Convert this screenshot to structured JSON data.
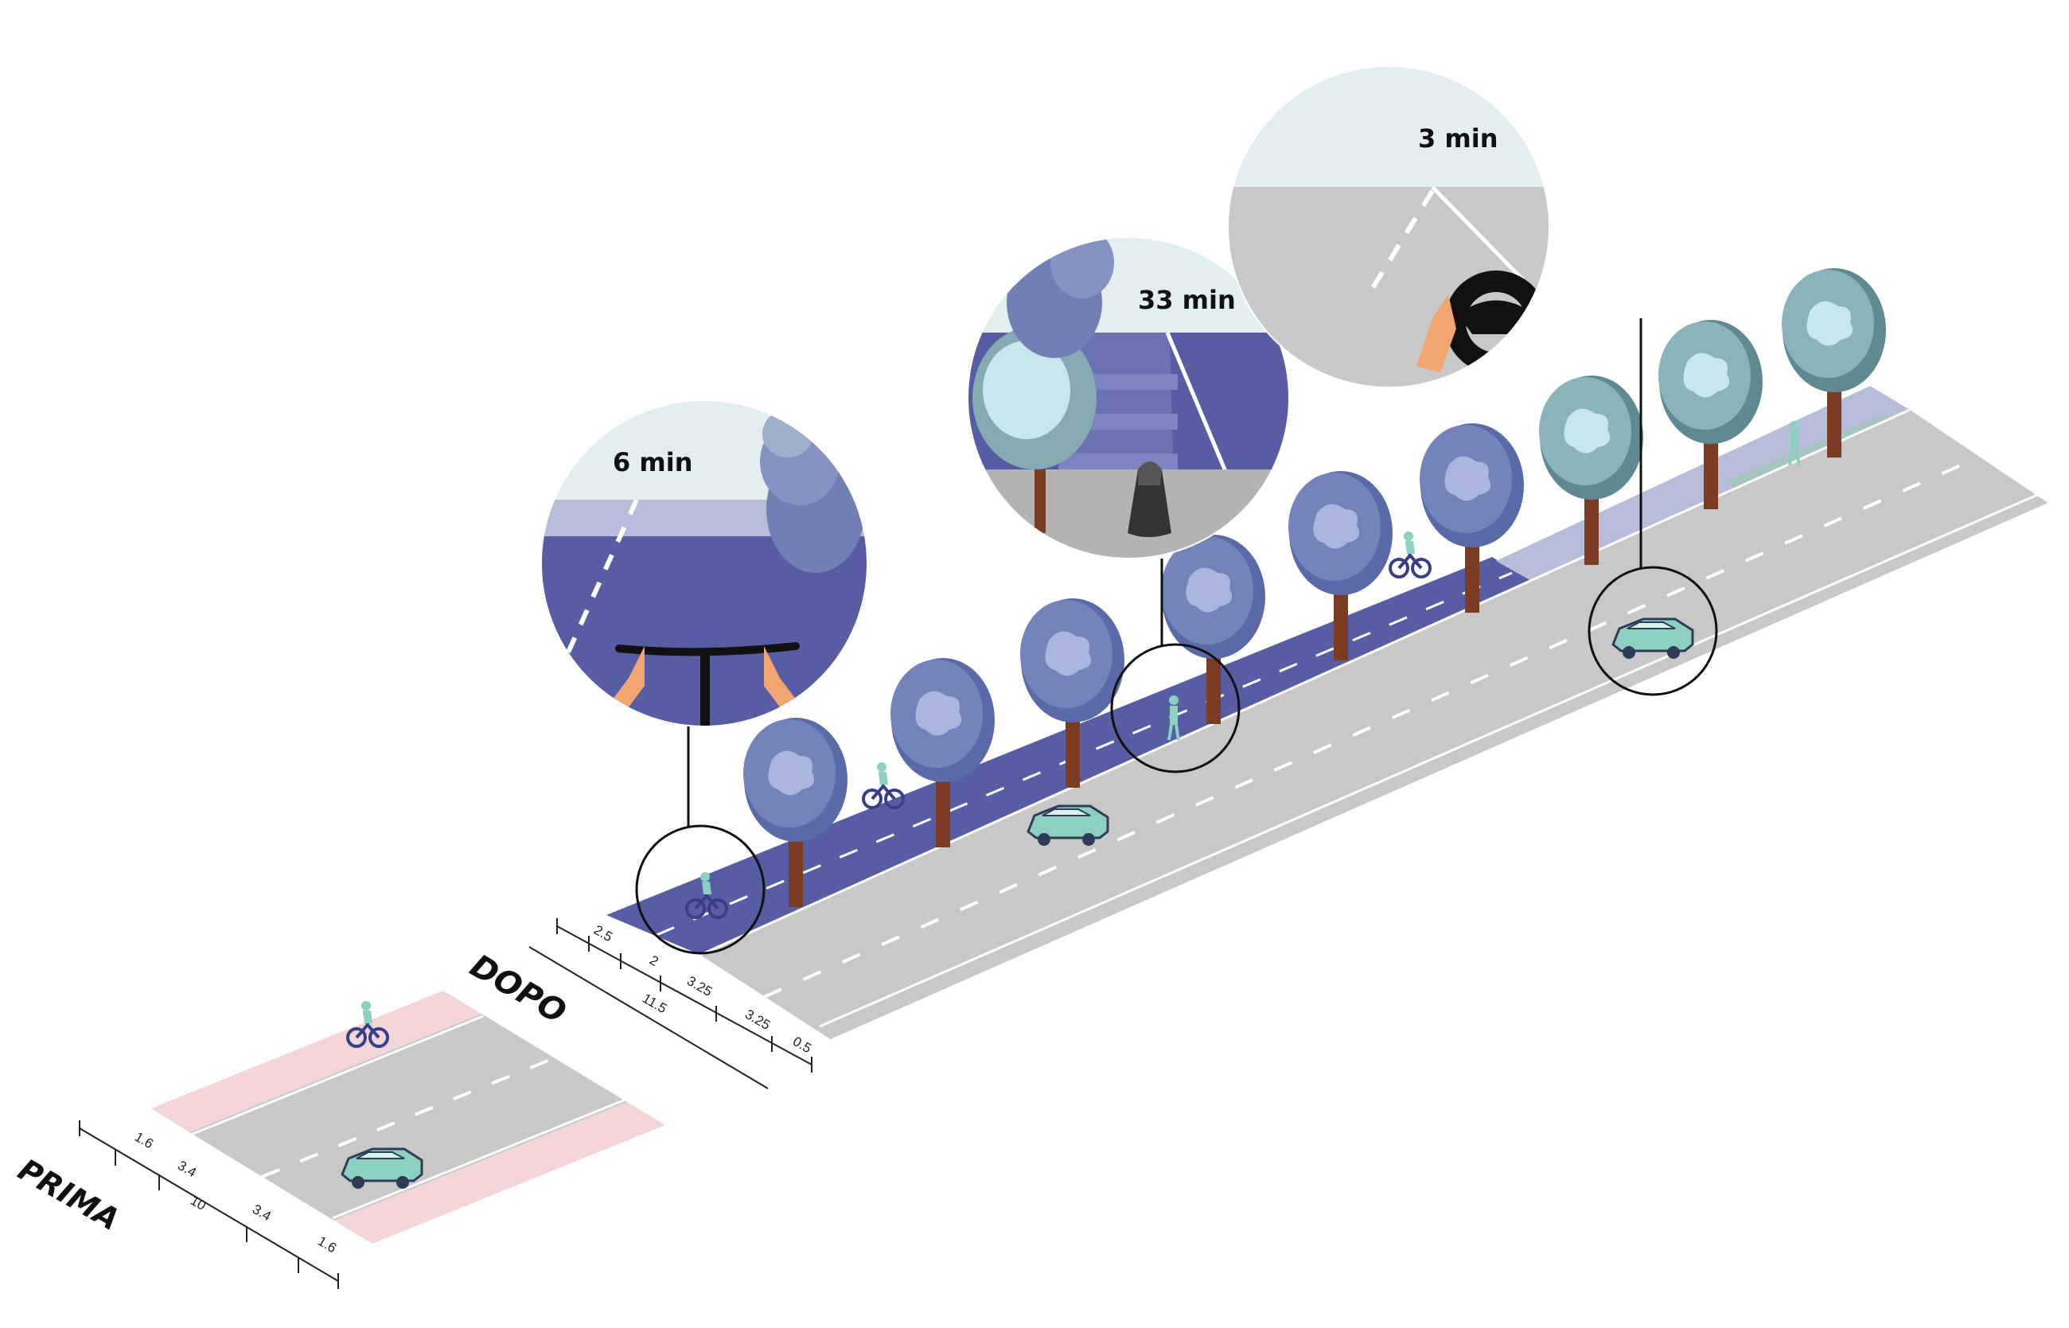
{
  "labels": {
    "before": "PRIMA",
    "after": "DOPO"
  },
  "before_dimensions": [
    "1.6",
    "3.4",
    "10",
    "3.4",
    "1.6"
  ],
  "after_dimensions": [
    "2.5",
    "2",
    "11.5",
    "3.25",
    "3.25",
    "0.5"
  ],
  "bubbles": {
    "bike": {
      "time": "6 min"
    },
    "walk": {
      "time": "33 min"
    },
    "car": {
      "time": "3 min"
    }
  },
  "colors": {
    "road": "#c8c8c8",
    "bike_lane": "#565da3",
    "bike_lane_light": "#b7bdd9",
    "old_bike_lane": "#f5d6d8",
    "sky": "#e2eef0",
    "tree_crown": "#727fb5",
    "tree_crown_teal": "#86aab1",
    "trunk": "#7a3c22",
    "car": "#8cd0c2"
  }
}
